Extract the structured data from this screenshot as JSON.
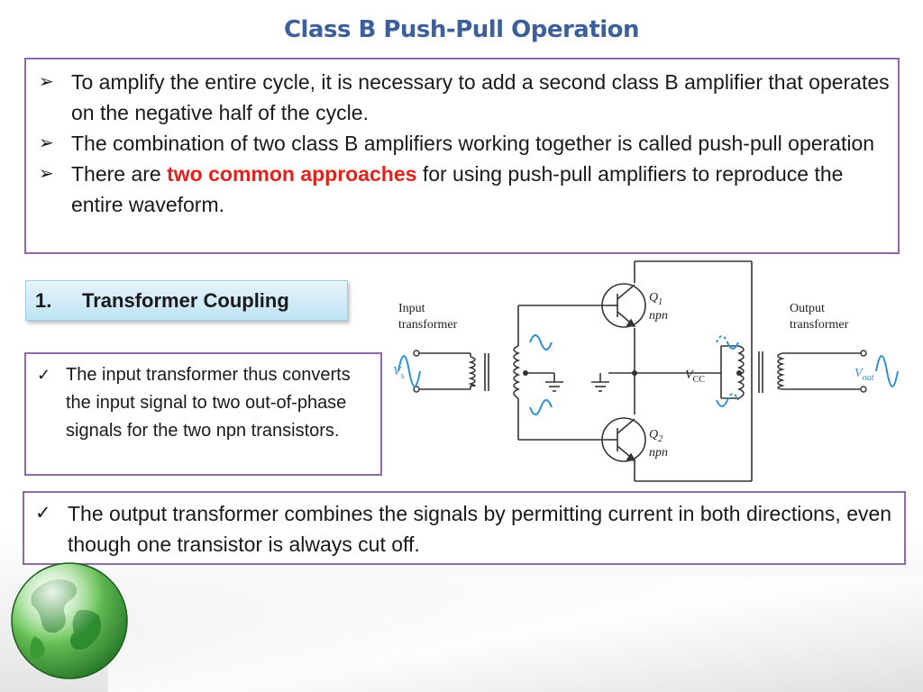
{
  "slide": {
    "title": "Class B Push-Pull Operation"
  },
  "intro_bullets": [
    {
      "text": "To amplify the entire cycle, it is necessary to add a second class B amplifier that operates on the negative half of the cycle."
    },
    {
      "text": "The combination of two class B amplifiers working together is called push-pull operation"
    },
    {
      "before": "There are ",
      "highlight": "two common approaches",
      "after": " for using push-pull amplifiers to reproduce the  entire waveform."
    }
  ],
  "bullet_marker": "➢",
  "check_marker": "✓",
  "section": {
    "number": "1.",
    "label": "Transformer Coupling"
  },
  "note_input": "The input transformer thus converts the input signal to two out-of-phase signals for the two npn transistors.",
  "note_output": "The output transformer combines the signals by permitting current in both directions, even though one transistor is always cut off.",
  "circuit": {
    "input_label_1": "Input",
    "input_label_2": "transformer",
    "output_label_1": "Output",
    "output_label_2": "transformer",
    "q1_name": "Q",
    "q1_sub": "1",
    "q1_type": "npn",
    "q2_name": "Q",
    "q2_sub": "2",
    "q2_type": "npn",
    "vs_main": "V",
    "vs_sub": "s",
    "vcc_main": "V",
    "vcc_sub": "CC",
    "vout_main": "V",
    "vout_sub": "out"
  },
  "colors": {
    "title": "#3d5f9a",
    "box_border": "#8e6ba8",
    "highlight": "#e0241c",
    "label_bg": "#bfe3f3",
    "wave": "#2f8fd6"
  }
}
